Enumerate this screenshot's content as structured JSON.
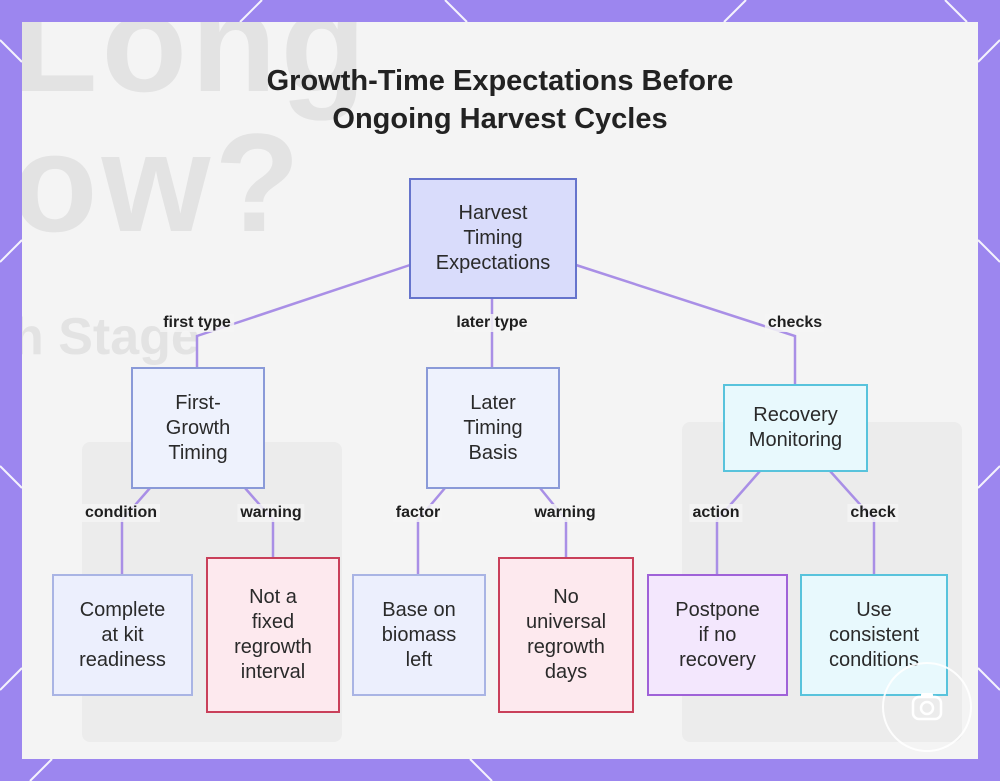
{
  "diagram": {
    "title_line1": "Growth-Time Expectations Before",
    "title_line2": "Ongoing Harvest Cycles",
    "root": {
      "lines": [
        "Harvest",
        "Timing",
        "Expectations"
      ]
    },
    "branches": [
      {
        "edge_label": "first type",
        "node": {
          "lines": [
            "First-",
            "Growth",
            "Timing"
          ]
        },
        "children": [
          {
            "edge_label": "condition",
            "lines": [
              "Complete",
              "at kit",
              "readiness"
            ]
          },
          {
            "edge_label": "warning",
            "lines": [
              "Not a",
              "fixed",
              "regrowth",
              "interval"
            ]
          }
        ]
      },
      {
        "edge_label": "later type",
        "node": {
          "lines": [
            "Later",
            "Timing",
            "Basis"
          ]
        },
        "children": [
          {
            "edge_label": "factor",
            "lines": [
              "Base on",
              "biomass",
              "left"
            ]
          },
          {
            "edge_label": "warning",
            "lines": [
              "No",
              "universal",
              "regrowth",
              "days"
            ]
          }
        ]
      },
      {
        "edge_label": "checks",
        "node": {
          "lines": [
            "Recovery",
            "Monitoring"
          ]
        },
        "children": [
          {
            "edge_label": "action",
            "lines": [
              "Postpone",
              "if no",
              "recovery"
            ]
          },
          {
            "edge_label": "check",
            "lines": [
              "Use",
              "consistent",
              "conditions"
            ]
          }
        ]
      }
    ]
  },
  "colors": {
    "frame": "#9c86ef",
    "edge": "#a98fe6",
    "root_fill": "#d9dcfb",
    "warning_border": "#c9405a",
    "recovery_border": "#58c3dc",
    "action_border": "#9f62d8"
  },
  "icons": {
    "corner_badge": "camera-icon"
  }
}
